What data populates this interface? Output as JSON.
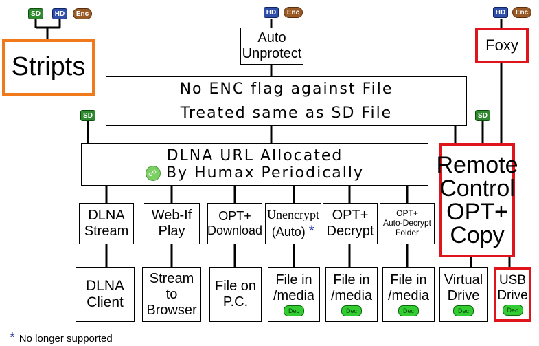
{
  "badges": {
    "sd": "SD",
    "hd": "HD",
    "enc": "Enc",
    "dec": "Dec"
  },
  "stripts": "Stripts",
  "auto_unprotect": [
    "Auto",
    "Unprotect"
  ],
  "foxy": "Foxy",
  "no_enc": [
    "No ENC flag against File",
    "Treated same as SD File"
  ],
  "dlna_url": [
    "DLNA  URL Allocated",
    "By Humax Periodically"
  ],
  "remote_control": [
    "Remote",
    "Control",
    "OPT+",
    "Copy"
  ],
  "methods": [
    {
      "lines": [
        "DLNA",
        "Stream"
      ]
    },
    {
      "lines": [
        "Web-If",
        "Play"
      ]
    },
    {
      "lines": [
        "OPT+",
        "Download"
      ]
    },
    {
      "lines": [
        "Unencrypt",
        "(Auto)"
      ],
      "star": "*"
    },
    {
      "lines": [
        "OPT+",
        "Decrypt"
      ]
    },
    {
      "lines": [
        "OPT+",
        "Auto-Decrypt",
        "Folder"
      ]
    }
  ],
  "destinations": [
    {
      "lines": [
        "DLNA",
        "Client"
      ]
    },
    {
      "lines": [
        "Stream to",
        "Browser"
      ]
    },
    {
      "lines": [
        "File on",
        "P.C."
      ]
    },
    {
      "lines": [
        "File in",
        "/media"
      ]
    },
    {
      "lines": [
        "File in",
        "/media"
      ]
    },
    {
      "lines": [
        "File in",
        "/media"
      ]
    },
    {
      "lines": [
        "Virtual",
        "Drive"
      ]
    },
    {
      "lines": [
        "USB",
        "Drive"
      ]
    }
  ],
  "footnote": {
    "star": "*",
    "text": "No longer  supported"
  },
  "colors": {
    "stripts_border": "#f07a1b",
    "red_border": "#e0141b"
  }
}
